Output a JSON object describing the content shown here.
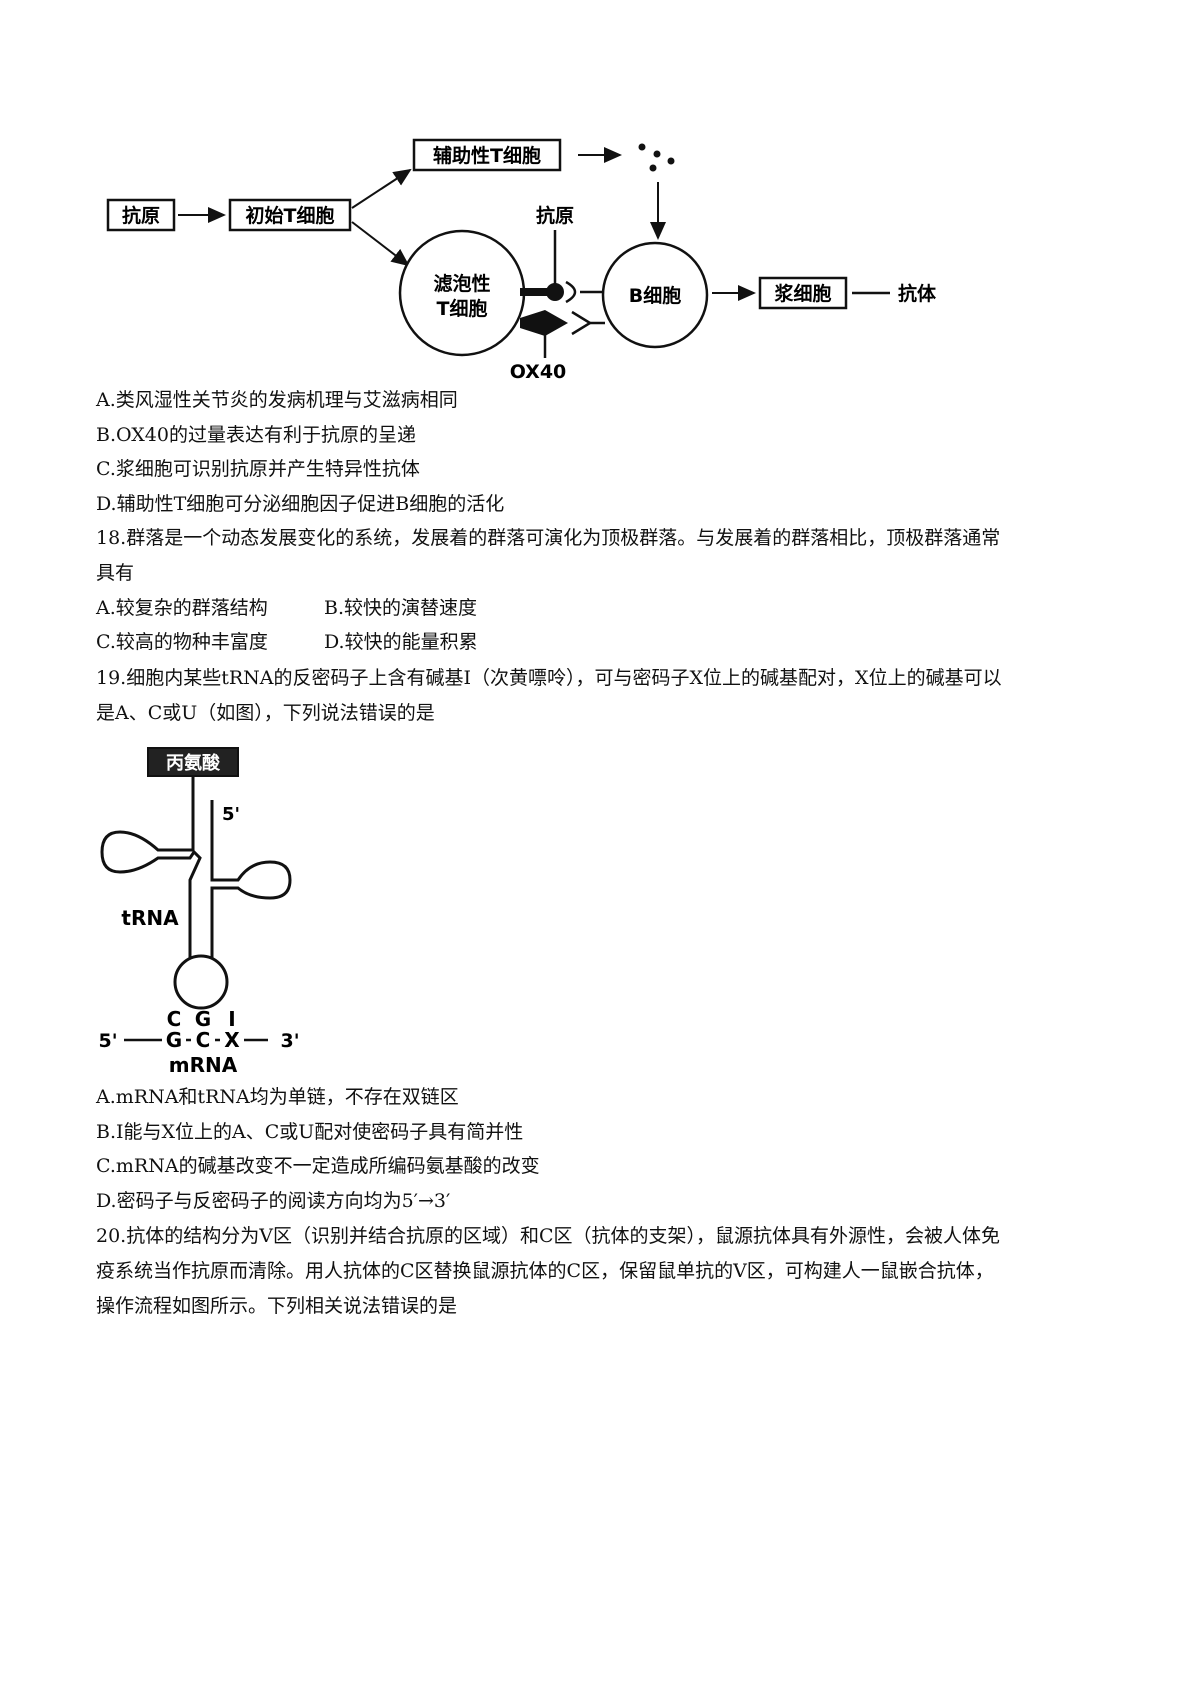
{
  "immune_diagram": {
    "antigen_box": "抗原",
    "naive_t_box": "初始T细胞",
    "helper_t_box": "辅助性T细胞",
    "follicular_t_line1": "滤泡性",
    "follicular_t_line2": "T细胞",
    "antigen_label": "抗原",
    "b_cell": "B细胞",
    "plasma_box": "浆细胞",
    "antibody": "抗体",
    "ox40": "OX40"
  },
  "q17_options": [
    "A.类风湿性关节炎的发病机理与艾滋病相同",
    "B.OX40的过量表达有利于抗原的呈递",
    "C.浆细胞可识别抗原并产生特异性抗体",
    "D.辅助性T细胞可分泌细胞因子促进B细胞的活化"
  ],
  "q18": {
    "stem_line1": "18.群落是一个动态发展变化的系统，发展着的群落可演化为顶极群落。与发展着的群落相比，顶极群落通常",
    "stem_line2": "具有",
    "options": [
      "A.较复杂的群落结构",
      "B.较快的演替速度",
      "C.较高的物种丰富度",
      "D.较快的能量积累"
    ]
  },
  "q19": {
    "stem_line1": "19.细胞内某些tRNA的反密码子上含有碱基I（次黄嘌呤），可与密码子X位上的碱基配对，X位上的碱基可以",
    "stem_line2": "是A、C或U（如图），下列说法错误的是",
    "options": [
      "A.mRNA和tRNA均为单链，不存在双链区",
      "B.I能与X位上的A、C或U配对使密码子具有简并性",
      "C.mRNA的碱基改变不一定造成所编码氨基酸的改变",
      "D.密码子与反密码子的阅读方向均为5′→3′"
    ]
  },
  "trna_diagram": {
    "amino_acid_box": "丙氨酸",
    "five_prime_top": "5'",
    "trna_label": "tRNA",
    "anticodon": [
      "C",
      "G",
      "I"
    ],
    "codon": [
      "G",
      "C",
      "X"
    ],
    "five_prime_bottom": "5'",
    "three_prime_bottom": "3'",
    "mrna_label": "mRNA"
  },
  "q20": {
    "stem_line1": "20.抗体的结构分为V区（识别并结合抗原的区域）和C区（抗体的支架），鼠源抗体具有外源性，会被人体免",
    "stem_line2": "疫系统当作抗原而清除。用人抗体的C区替换鼠源抗体的C区，保留鼠单抗的V区，可构建人一鼠嵌合抗体，",
    "stem_line3": "操作流程如图所示。下列相关说法错误的是"
  }
}
